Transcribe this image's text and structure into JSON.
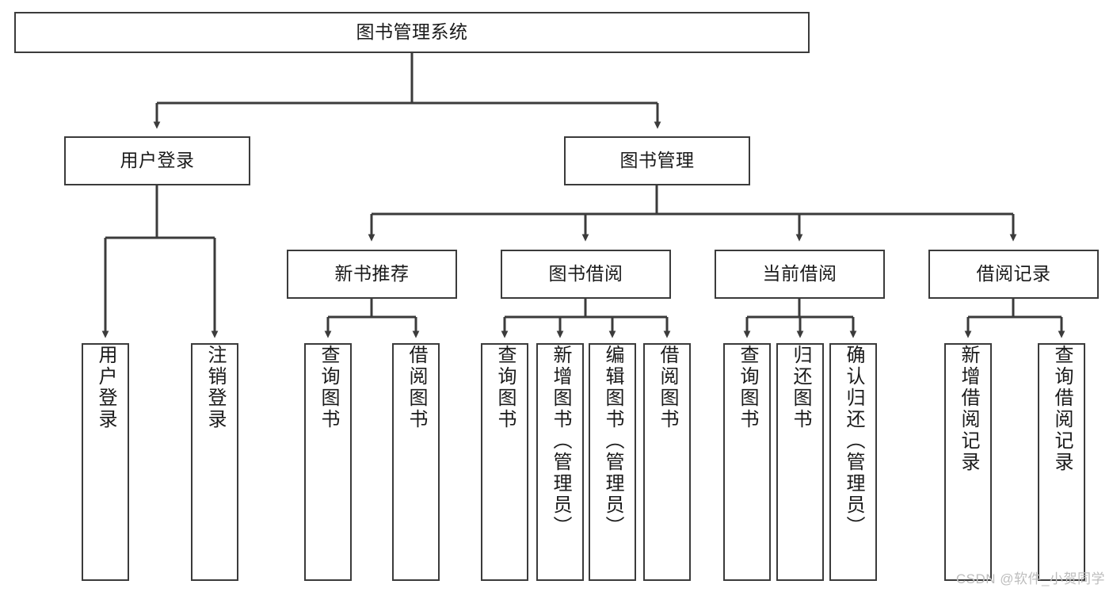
{
  "diagram": {
    "type": "tree-hierarchy",
    "title": "图书管理系统",
    "orientation": "top-down",
    "watermark": "CSDN @软件_小贺同学",
    "colors": {
      "box_border": "#3b3b3b",
      "box_fill": "#ffffff",
      "connector": "#3b3b3b",
      "text": "#1a1a1a",
      "watermark": "#bdbdbd"
    },
    "nodes": {
      "root": {
        "label": "图书管理系统"
      },
      "level2": [
        {
          "label": "用户登录"
        },
        {
          "label": "图书管理"
        }
      ],
      "level3": [
        {
          "label": "新书推荐"
        },
        {
          "label": "图书借阅"
        },
        {
          "label": "当前借阅"
        },
        {
          "label": "借阅记录"
        }
      ],
      "leaves_user_login": [
        {
          "label": "用户登录"
        },
        {
          "label": "注销登录"
        }
      ],
      "leaves_new_books": [
        {
          "label": "查询图书"
        },
        {
          "label": "借阅图书"
        }
      ],
      "leaves_borrow": [
        {
          "label": "查询图书"
        },
        {
          "label": "新增图书（管理员）"
        },
        {
          "label": "编辑图书（管理员）"
        },
        {
          "label": "借阅图书"
        }
      ],
      "leaves_current": [
        {
          "label": "查询图书"
        },
        {
          "label": "归还图书"
        },
        {
          "label": "确认归还（管理员）"
        }
      ],
      "leaves_records": [
        {
          "label": "新增借阅记录"
        },
        {
          "label": "查询借阅记录"
        }
      ]
    }
  }
}
